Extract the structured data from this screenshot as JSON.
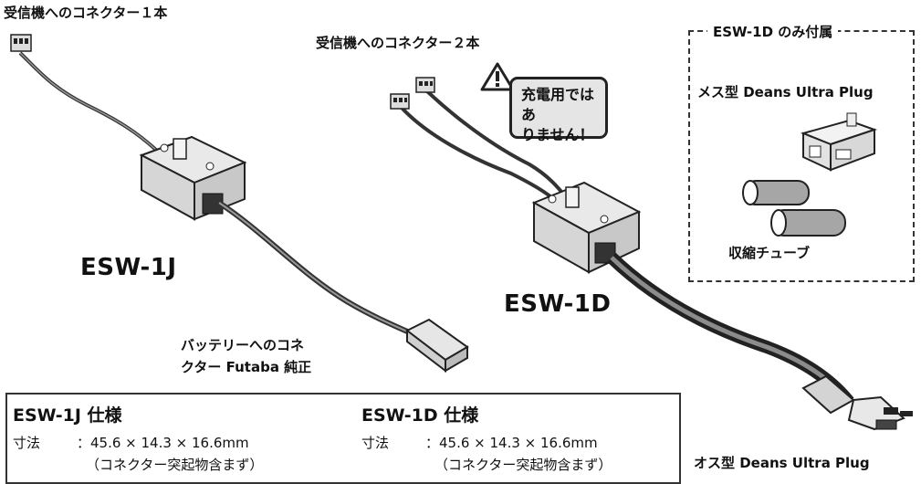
{
  "labels": {
    "receiver_connector_1": "受信機へのコネクター１本",
    "receiver_connector_2": "受信機へのコネクター２本",
    "warning_bubble_line1": "充電用ではあ",
    "warning_bubble_line2": "りません！",
    "esw1j_model": "ESW-1J",
    "esw1d_model": "ESW-1D",
    "battery_connector_line1": "バッテリーへのコネ",
    "battery_connector_line2": "クター Futaba 純正",
    "male_deans": "オス型 Deans Ultra Plug"
  },
  "included_box": {
    "title": "ESW-1D のみ付属",
    "female_deans": "メス型 Deans Ultra Plug",
    "shrink_tube": "収縮チューブ"
  },
  "specs": {
    "esw1j": {
      "title": "ESW-1J 仕様",
      "dim_label": "寸法",
      "dim_value": "：45.6 × 14.3 × 16.6mm",
      "dim_note": "（コネクター突起物含まず）"
    },
    "esw1d": {
      "title": "ESW-1D 仕様",
      "dim_label": "寸法",
      "dim_value": "：45.6 × 14.3 × 16.6mm",
      "dim_note": "（コネクター突起物含まず）"
    }
  },
  "icons": [
    "warning-icon"
  ]
}
